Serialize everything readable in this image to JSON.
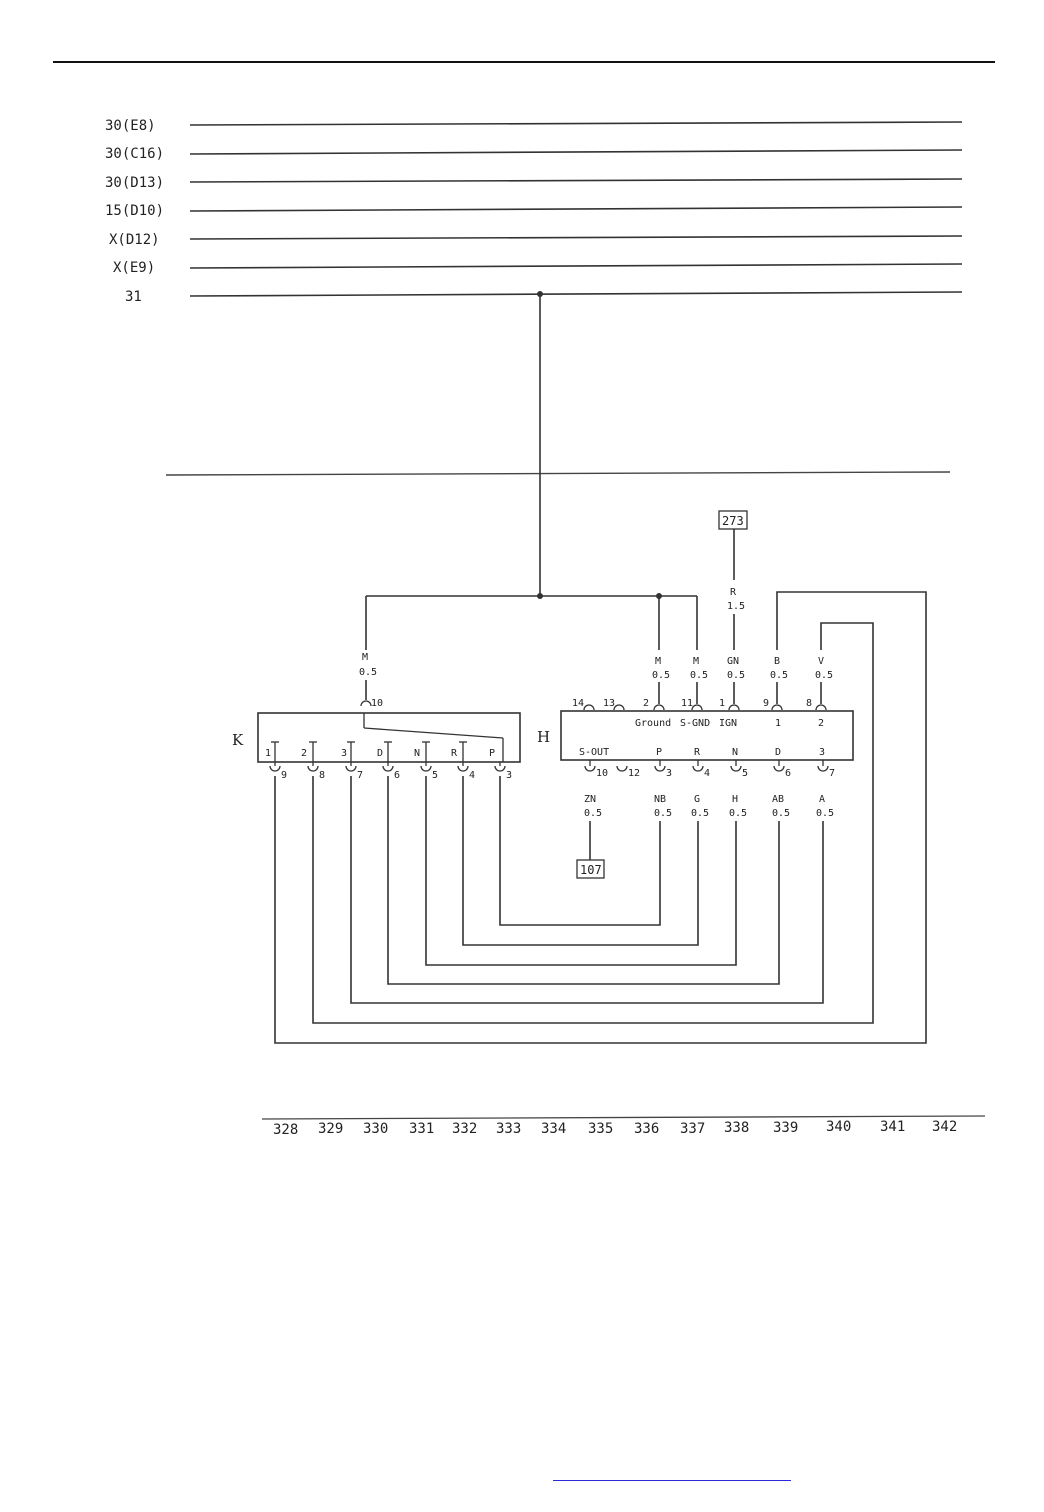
{
  "rails": [
    "30(E8)",
    "30(C16)",
    "30(D13)",
    "15(D10)",
    "X(D12)",
    "X(E9)",
    "31"
  ],
  "components": {
    "k": "K",
    "h": "H"
  },
  "k_top_wire": {
    "color": "M",
    "size": "0.5",
    "pin": "10"
  },
  "k_contacts": [
    {
      "label": "1",
      "pin": "9"
    },
    {
      "label": "2",
      "pin": "8"
    },
    {
      "label": "3",
      "pin": "7"
    },
    {
      "label": "D",
      "pin": "6"
    },
    {
      "label": "N",
      "pin": "5"
    },
    {
      "label": "R",
      "pin": "4"
    },
    {
      "label": "P",
      "pin": "3"
    }
  ],
  "h_top_pins": [
    {
      "pin": "14",
      "color": "",
      "size": "",
      "label": ""
    },
    {
      "pin": "13",
      "color": "",
      "size": "",
      "label": ""
    },
    {
      "pin": "2",
      "color": "M",
      "size": "0.5",
      "label": "Ground"
    },
    {
      "pin": "11",
      "color": "M",
      "size": "0.5",
      "label": "S-GND"
    },
    {
      "pin": "1",
      "color": "GN",
      "size": "0.5",
      "label": "IGN"
    },
    {
      "pin": "9",
      "color": "B",
      "size": "0.5",
      "label": "1"
    },
    {
      "pin": "8",
      "color": "V",
      "size": "0.5",
      "label": "2"
    }
  ],
  "h_bottom_pins": [
    {
      "label": "S-OUT",
      "pin": "10",
      "color": "ZN",
      "size": "0.5"
    },
    {
      "label": "",
      "pin": "12",
      "color": "",
      "size": ""
    },
    {
      "label": "P",
      "pin": "3",
      "color": "NB",
      "size": "0.5"
    },
    {
      "label": "R",
      "pin": "4",
      "color": "G",
      "size": "0.5"
    },
    {
      "label": "N",
      "pin": "5",
      "color": "H",
      "size": "0.5"
    },
    {
      "label": "D",
      "pin": "6",
      "color": "AB",
      "size": "0.5"
    },
    {
      "label": "3",
      "pin": "7",
      "color": "A",
      "size": "0.5"
    }
  ],
  "ign_feed": {
    "color": "R",
    "size": "1.5"
  },
  "refs": {
    "top": "273",
    "bottom": "107"
  },
  "columns": [
    "328",
    "329",
    "330",
    "331",
    "332",
    "333",
    "334",
    "335",
    "336",
    "337",
    "338",
    "339",
    "340",
    "341",
    "342"
  ]
}
